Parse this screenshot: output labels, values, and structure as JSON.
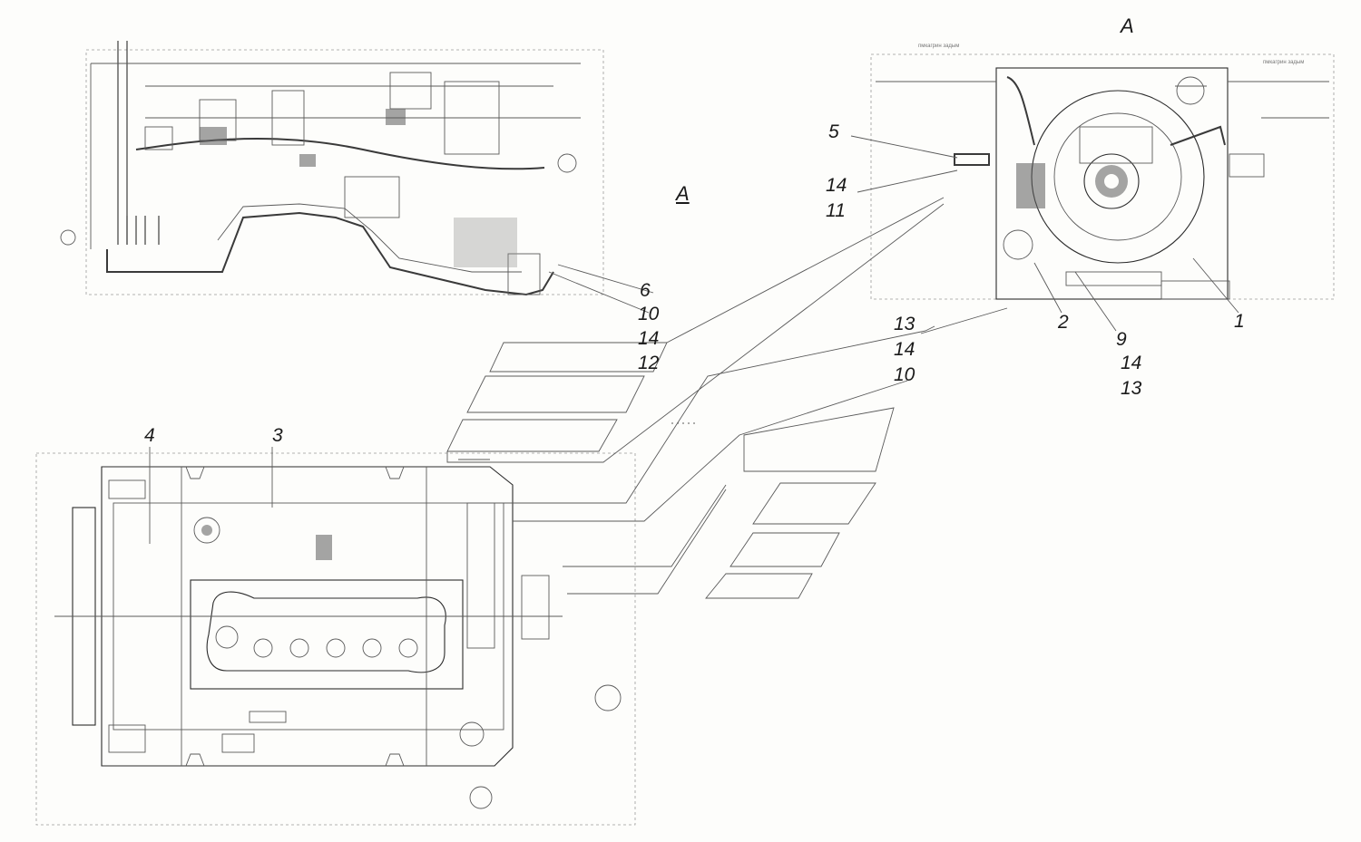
{
  "drawing": {
    "view_label_top": "A",
    "view_label_section": "A",
    "note_left": "пмкагрин задым",
    "note_right": "пмкагрин задым"
  },
  "callouts": {
    "c1": "1",
    "c2": "2",
    "c3": "3",
    "c4": "4",
    "c5": "5",
    "c6": "6",
    "c9": "9",
    "c10a": "10",
    "c14a": "14",
    "c12": "12",
    "c14b": "14",
    "c11": "11",
    "c13a": "13",
    "c14c": "14",
    "c10b": "10",
    "c14d": "14",
    "c13b": "13"
  }
}
